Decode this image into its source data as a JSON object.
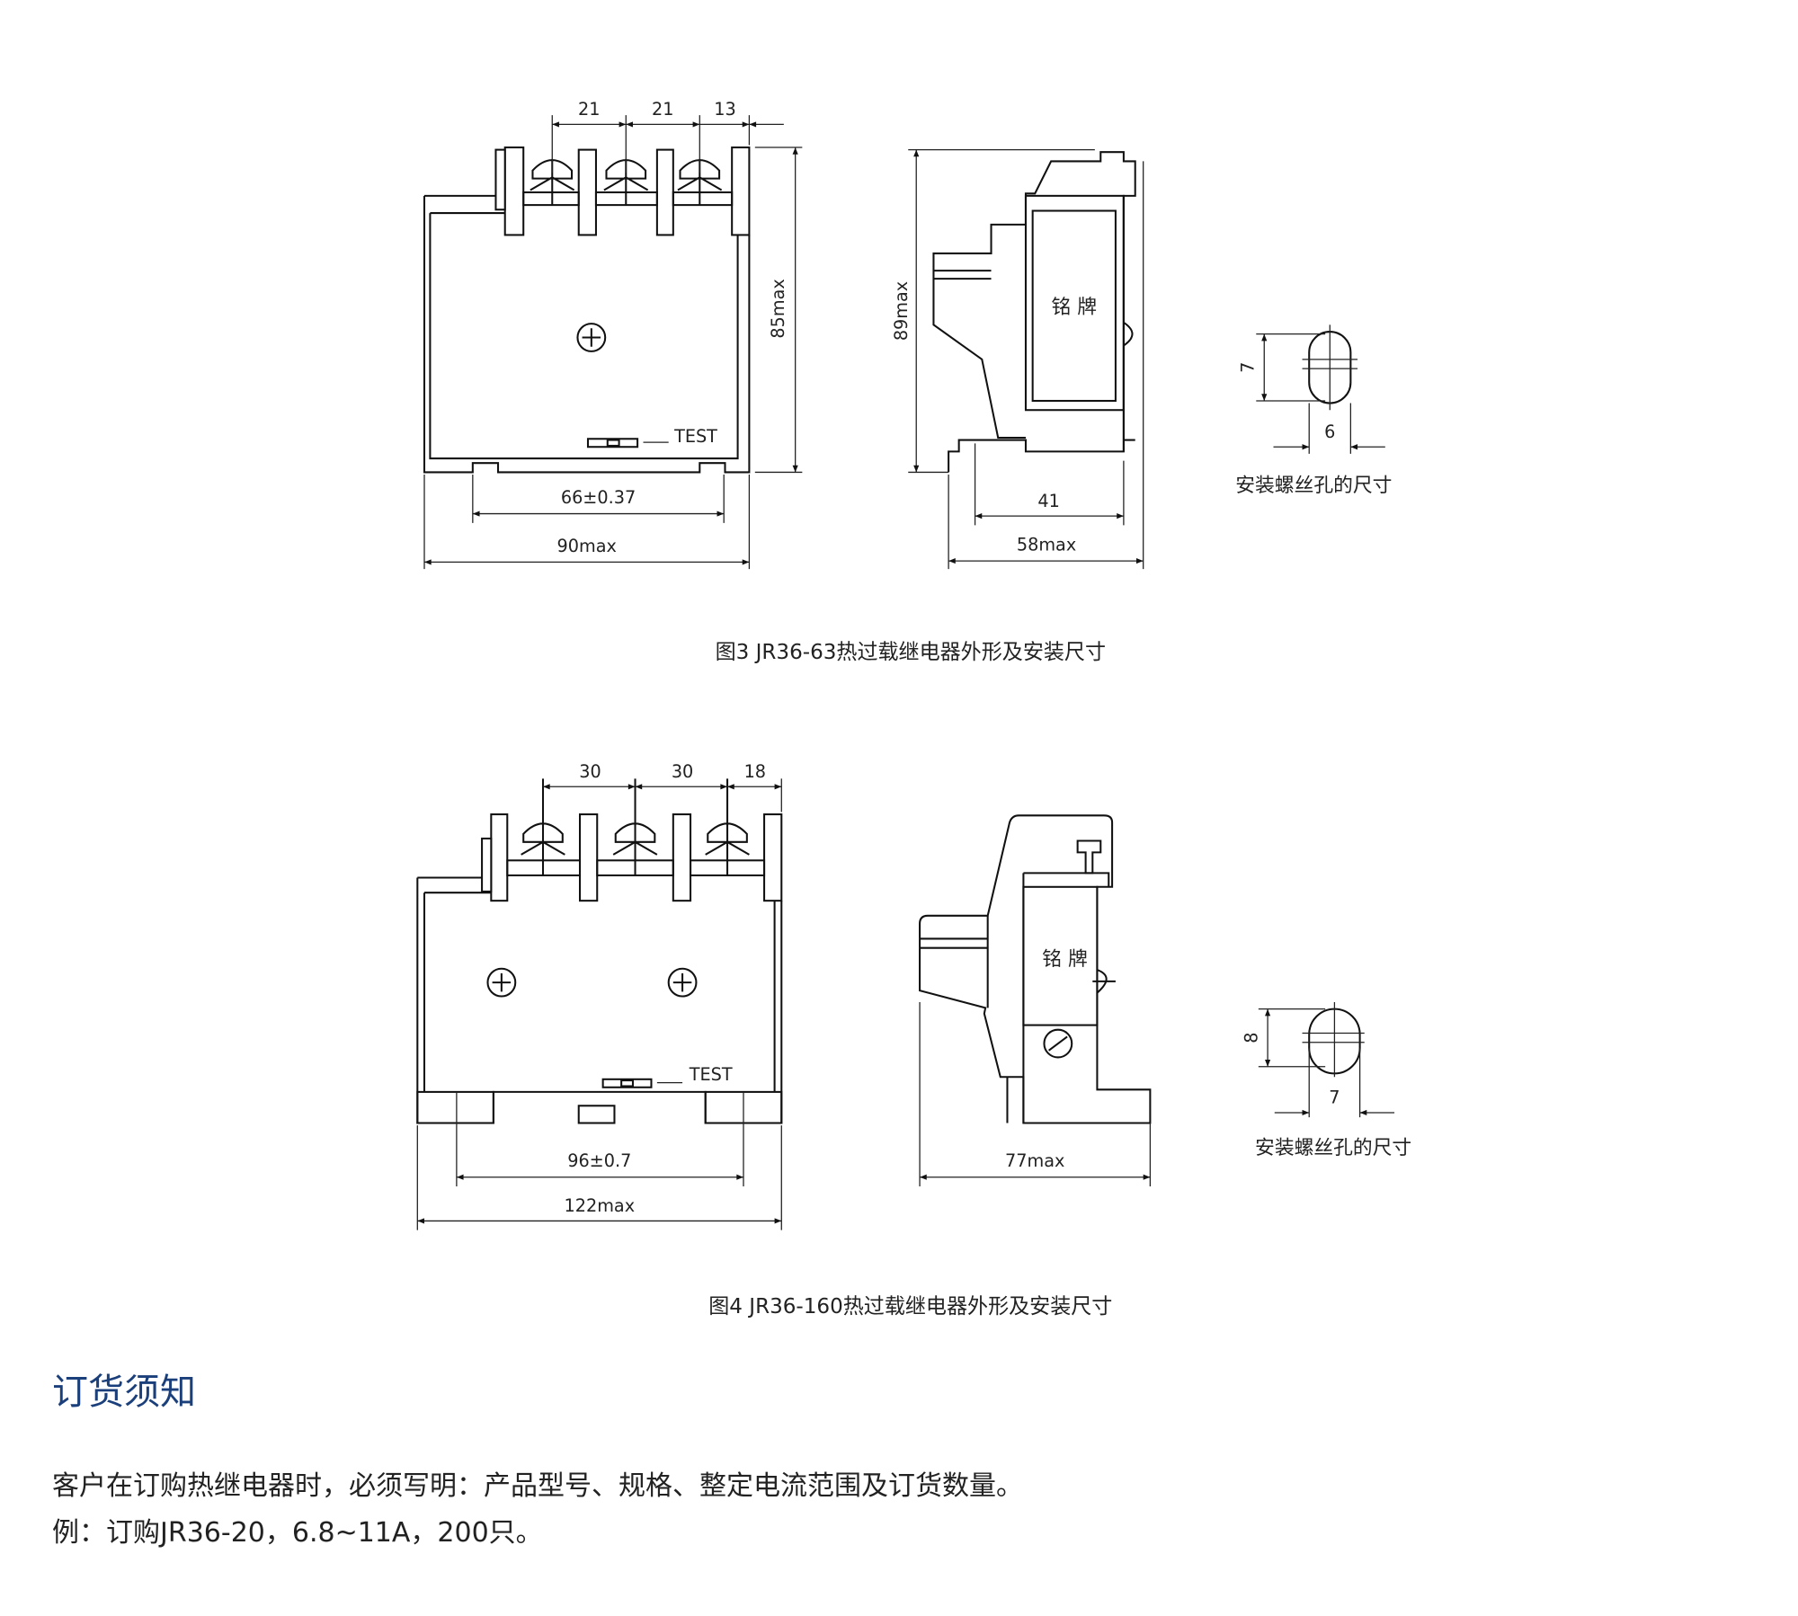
{
  "figure3": {
    "caption": "图3  JR36-63热过载继电器外形及安装尺寸",
    "front": {
      "dim_top": [
        "21",
        "21",
        "13"
      ],
      "dim_mount": "66±0.37",
      "dim_width": "90max",
      "dim_height": "85max",
      "test_label": "TEST"
    },
    "side": {
      "nameplate": "铭  牌",
      "dim_height": "89max",
      "dim_mount": "41",
      "dim_depth": "58max"
    },
    "hole": {
      "dim_h": "7",
      "dim_w": "6",
      "caption": "安装螺丝孔的尺寸"
    }
  },
  "figure4": {
    "caption": "图4  JR36-160热过载继电器外形及安装尺寸",
    "front": {
      "dim_top": [
        "30",
        "30",
        "18"
      ],
      "dim_mount": "96±0.7",
      "dim_width": "122max",
      "test_label": "TEST"
    },
    "side": {
      "nameplate": "铭  牌",
      "dim_depth": "77max"
    },
    "hole": {
      "dim_h": "8",
      "dim_w": "7",
      "caption": "安装螺丝孔的尺寸"
    }
  },
  "ordering": {
    "title": "订货须知",
    "line1": "客户在订购热继电器时，必须写明：产品型号、规格、整定电流范围及订货数量。",
    "line2": "例：订购JR36-20，6.8~11A，200只。"
  },
  "colors": {
    "heading": "#1a3f7a"
  }
}
